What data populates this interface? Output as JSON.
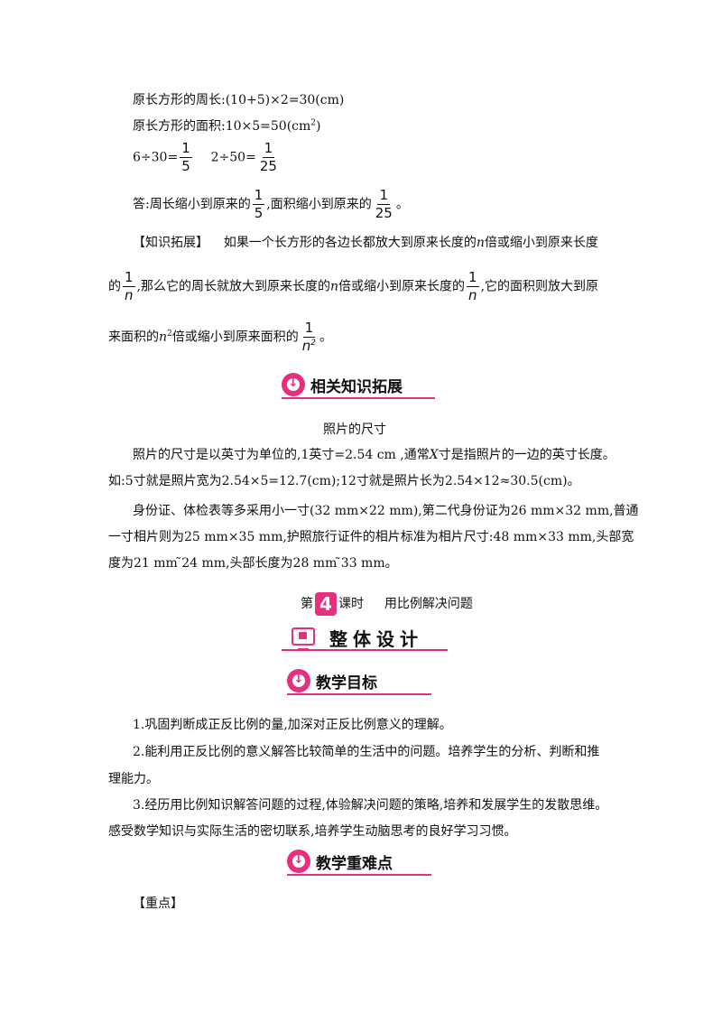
{
  "solution": {
    "line1": "原长方形的周长:(10+5)×2=30(cm)",
    "line2_pre": "原长方形的面积:10×5=50(cm",
    "line2_sup": "2",
    "line2_post": ")",
    "calc_a": "6÷30=",
    "calc_a_num": "1",
    "calc_a_den": "5",
    "calc_b": "2÷50=",
    "calc_b_num": "1",
    "calc_b_den": "25",
    "answer_pre": "答:周长缩小到原来的",
    "answer_num1": "1",
    "answer_den1": "5",
    "answer_mid": ",面积缩小到原来的",
    "answer_num2": "1",
    "answer_den2": "25",
    "answer_end": "。"
  },
  "knowledge": {
    "label": "【知识拓展】",
    "text1": "如果一个长方形的各边长都放大到原来长度的",
    "n": "n",
    "text2": "倍或缩小到原来长度",
    "line2_pre": "的",
    "frac_num": "1",
    "frac_den": "n",
    "line2_mid": ",那么它的周长就放大到原来长度的",
    "line2_mid2": "倍或缩小到原来长度的",
    "line2_end": ",它的面积则放大到原",
    "line3_pre": "来面积的",
    "n2_base": "n",
    "n2_sup": "2",
    "line3_mid": "倍或缩小到原来面积的",
    "frac3_num": "1",
    "frac3_den": "n",
    "frac3_den_sup": "2",
    "line3_end": "。"
  },
  "section_related": {
    "icon": "down-arrow-icon",
    "title": "相关知识拓展"
  },
  "photo": {
    "title": "照片的尺寸",
    "p1_a": "照片的尺寸是以英寸为单位的,1英寸=2.54 cm ,通常",
    "p1_x": "X",
    "p1_b": "寸是指照片的一边的英寸长度。",
    "p1_line2": "如:5寸就是照片宽为2.54×5=12.7(cm);12寸就是照片长为2.54×12≈30.5(cm)。",
    "p2_line1": "身份证、体检表等多采用小一寸(32 mm×22 mm),第二代身份证为26 mm×32 mm,普通",
    "p2_line2": "一寸相片则为25 mm×35 mm,护照旅行证件的相片标准为相片尺寸:48 mm×33 mm,头部宽",
    "p2_line3": "度为21 mm ̃24 mm,头部长度为28 mm ̃33 mm。"
  },
  "lesson": {
    "pre": "第",
    "number": "4",
    "post": "课时",
    "title": "用比例解决问题"
  },
  "section_overall": {
    "icon": "monitor-icon",
    "title": "整体设计"
  },
  "section_goals": {
    "icon": "down-arrow-icon",
    "title": "教学目标"
  },
  "goals": {
    "g1": "1.巩固判断成正反比例的量,加深对正反比例意义的理解。",
    "g2_l1": "2.能利用正反比例的意义解答比较简单的生活中的问题。培养学生的分析、判断和推",
    "g2_l2": "理能力。",
    "g3_l1": "3.经历用比例知识解答问题的过程,体验解决问题的策略,培养和发展学生的发散思维。",
    "g3_l2": "感受数学知识与实际生活的密切联系,培养学生动脑思考的良好学习习惯。"
  },
  "section_key": {
    "icon": "down-arrow-icon",
    "title": "教学重难点"
  },
  "key_label": "【重点】",
  "colors": {
    "accent": "#e62f7e"
  }
}
